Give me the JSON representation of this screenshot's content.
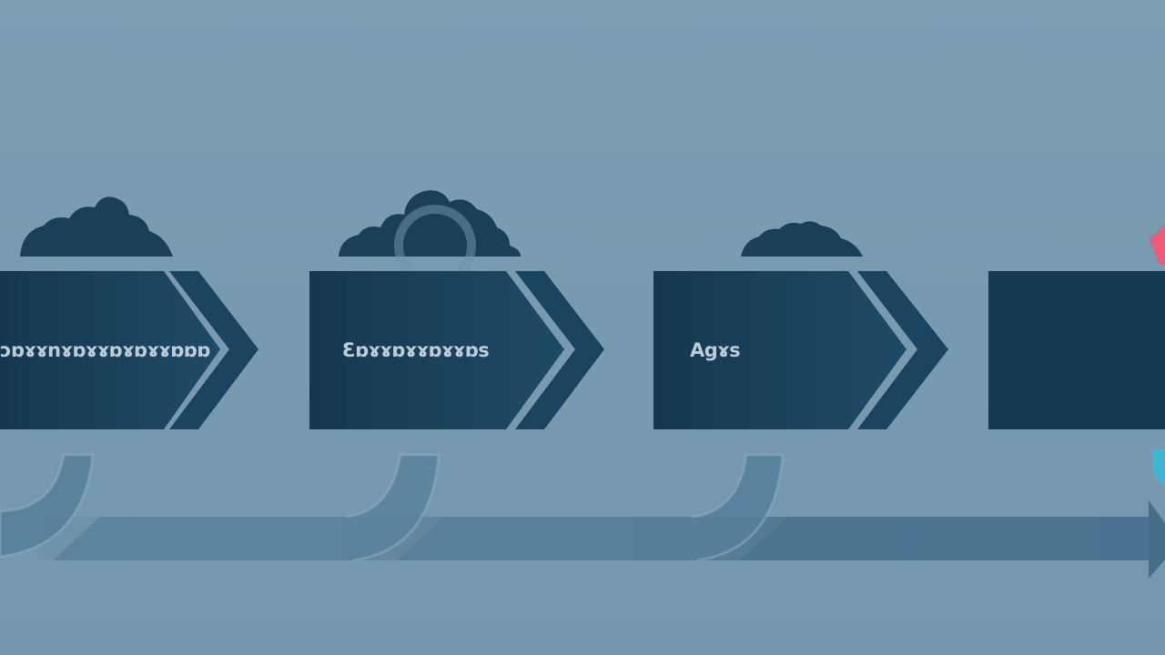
{
  "colors": {
    "background": "#7a9cb1",
    "block_dark": "#15384f",
    "block_light": "#1f4a66",
    "chevron": "#1a4460",
    "cloud": "#1b3f58",
    "connector": "#4f7892",
    "label": "#b9ccd8",
    "accent_pink": "#ee5a7a",
    "accent_cyan": "#3fb6d6"
  },
  "steps": [
    {
      "label": "ᴐɒɤɤnɤɒɤɤɒɤɒɤɤɒɒɒ",
      "icon": "cloud-icon"
    },
    {
      "label": "Ɛɒɤɤɒɤɤɒɤɤɒs",
      "icon": "gear-cloud-icon"
    },
    {
      "label": "Agɤs",
      "icon": "cloud-icon"
    },
    {
      "label": "",
      "icon": ""
    }
  ],
  "flow": {
    "connector_count": 3,
    "ends_with_arrow": true
  }
}
